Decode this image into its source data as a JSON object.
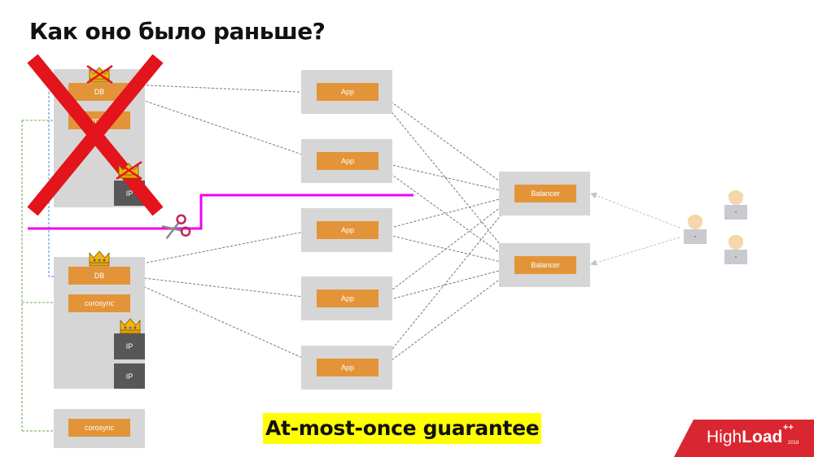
{
  "title": "Как оно было раньше?",
  "labels": {
    "db": "DB",
    "corosync": "corosync",
    "ip": "IP",
    "app": "App",
    "balancer": "Balancer"
  },
  "guarantee": "At-most-once guarantee",
  "logo": {
    "light": "High",
    "bold": "Load",
    "plus": "++",
    "year": "2018"
  },
  "colors": {
    "accent_orange": "#e39438",
    "box_gray": "#d6d6d6",
    "ip_dark": "#575757",
    "cross_red": "#e3141c",
    "partition_magenta": "#f000f0",
    "highlight_yellow": "#ffff00",
    "brand_red": "#d92630",
    "arrow_gray": "#777777",
    "replication_blue": "#4a86e8",
    "heartbeat_green": "#6aa84f"
  },
  "icons": [
    "crown-icon",
    "scissors-icon",
    "user-laptop-icon",
    "red-cross-icon"
  ]
}
